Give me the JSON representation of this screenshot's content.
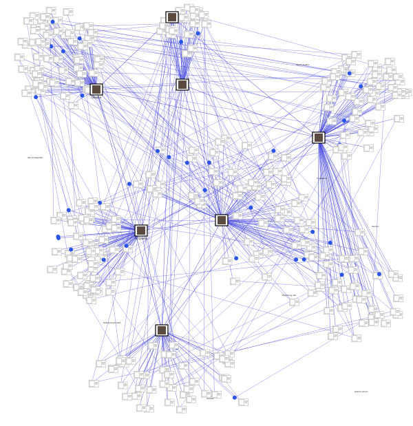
{
  "graph": {
    "edge_color": "#4a4ae0",
    "node_dot_color": "#2b55e6",
    "hubs": [
      {
        "id": "h1",
        "label": "Osama",
        "icon": "person-photo-icon"
      },
      {
        "id": "h2",
        "label": "Al Qaeda",
        "icon": "person-photo-icon"
      },
      {
        "id": "h3",
        "label": "",
        "icon": "person-photo-icon"
      },
      {
        "id": "h4",
        "label": "",
        "icon": "person-photo-icon"
      },
      {
        "id": "h5",
        "label": "",
        "icon": "person-photo-icon"
      },
      {
        "id": "h6",
        "label": "",
        "icon": "person-photo-icon"
      },
      {
        "id": "h7",
        "label": "",
        "icon": "person-photo-icon"
      }
    ],
    "labels": [
      "Saudi Arabia",
      "Al Jazeera",
      "Mohammed Atef",
      "Islamic Jihad",
      "Abu Zubaydah",
      "Taliban",
      "Hamburg cell",
      "Yemen"
    ]
  }
}
